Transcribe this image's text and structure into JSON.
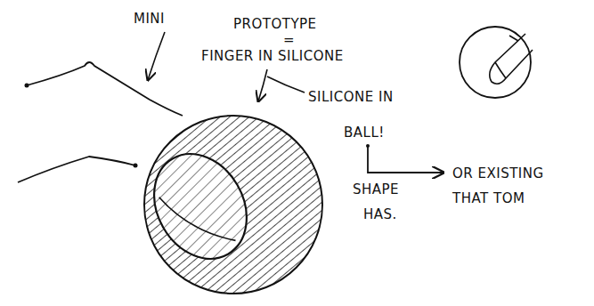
{
  "diagram": {
    "labels": [
      "MINI",
      "PROTOTYPE",
      "=",
      "FINGER IN SILICONE",
      "SILICONE IN",
      "BALL!",
      "OR EXISTING",
      "SHAPE",
      "THAT TOM",
      "HAS."
    ]
  }
}
